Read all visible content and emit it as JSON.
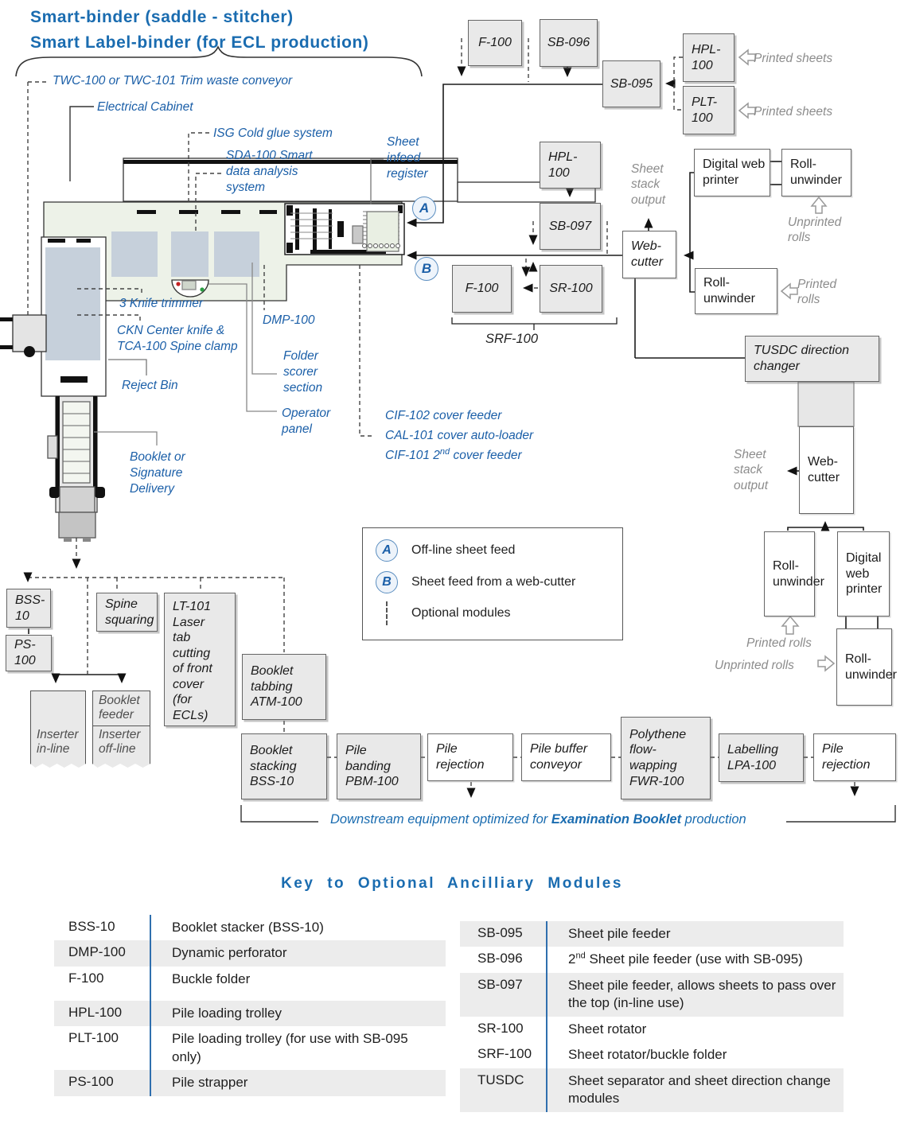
{
  "title": {
    "line1": "Smart-binder  (saddle - stitcher)",
    "line2": "Smart Label-binder (for ECL production)"
  },
  "callouts": {
    "twc": "TWC-100 or TWC-101 Trim waste conveyor",
    "electrical": "Electrical Cabinet",
    "isg": "ISG Cold glue system",
    "sda": "SDA-100 Smart\ndata analysis\nsystem",
    "sheet_infeed": "Sheet\ninfeed\nregister",
    "knife": "3 Knife trimmer",
    "ckn": "CKN Center knife &\nTCA-100 Spine clamp",
    "reject": "Reject Bin",
    "dmp": "DMP-100",
    "folder": "Folder\nscorer\nsection",
    "operator": "Operator\npanel",
    "cif102": "CIF-102 cover feeder",
    "cal101": "CAL-101 cover auto-loader",
    "cif101_pre": "CIF-101 2",
    "cif101_sup": "nd",
    "cif101_post": " cover feeder",
    "delivery": "Booklet or\nSignature\nDelivery"
  },
  "boxes": {
    "f100a": "F-100",
    "sb096": "SB-096",
    "sb095": "SB-095",
    "hpl100a": "HPL-\n100",
    "plt100": "PLT-\n100",
    "hpl100b": "HPL-\n100",
    "sb097": "SB-097",
    "f100b": "F-100",
    "sr100": "SR-100",
    "web_cutter": "Web-\ncutter",
    "digital_web_printer": "Digital web\nprinter",
    "digital_web_printer_v": "Digital\nweb\nprinter",
    "roll_unwinder": "Roll-\nunwinder",
    "tusdc": "TUSDC direction\nchanger",
    "bss10": "BSS-\n10",
    "ps100": "PS-\n100",
    "spine": "Spine\nsquaring",
    "lt101": "LT-101\nLaser\ntab\ncutting\nof front\ncover\n(for\nECLs)",
    "atm100": "Booklet\ntabbing\nATM-100",
    "booklet_stacking": "Booklet\nstacking\nBSS-10",
    "pile_banding": "Pile\nbanding\nPBM-100",
    "pile_rejection": "Pile\nrejection",
    "pile_buffer": "Pile buffer\nconveyor",
    "polythene": "Polythene\nflow-\nwapping\nFWR-100",
    "labelling": "Labelling\nLPA-100",
    "inserter_inline": "Inserter\nin-line",
    "booklet_feeder": "Booklet\nfeeder",
    "inserter_offline": "Inserter\noff-line"
  },
  "annotations": {
    "printed_sheets": "Printed sheets",
    "printed_rolls": "Printed rolls",
    "unprinted_rolls": "Unprinted rolls",
    "sheet_stack_output": "Sheet stack output",
    "srf100": "SRF-100"
  },
  "legend": {
    "a_letter": "A",
    "a_text": "Off-line sheet feed",
    "b_letter": "B",
    "b_text": "Sheet feed from a web-cutter",
    "dash_text": "Optional modules"
  },
  "caption": {
    "pre": "Downstream equipment optimized for ",
    "bold": "Examination Booklet",
    "post": " production"
  },
  "key": {
    "heading": "Key to Optional Ancilliary Modules",
    "left": [
      {
        "code": "BSS-10",
        "desc": "Booklet stacker (BSS-10)"
      },
      {
        "code": "DMP-100",
        "desc": "Dynamic perforator"
      },
      {
        "code": "F-100",
        "desc": "Buckle folder"
      },
      {
        "code": "HPL-100",
        "desc": "Pile loading trolley"
      },
      {
        "code": "PLT-100",
        "desc": "Pile loading trolley (for use with SB-095 only)"
      },
      {
        "code": "PS-100",
        "desc": "Pile strapper"
      }
    ],
    "right": [
      {
        "code": "SB-095",
        "desc": "Sheet pile feeder"
      },
      {
        "code": "SB-096",
        "pre": "2",
        "sup": "nd",
        "post": " Sheet pile feeder (use with SB-095)"
      },
      {
        "code": "SB-097",
        "desc": "Sheet pile feeder, allows sheets to pass over the top (in-line use)"
      },
      {
        "code": "SR-100",
        "desc": "Sheet rotator"
      },
      {
        "code": "SRF-100",
        "desc": "Sheet rotator/buckle folder"
      },
      {
        "code": "TUSDC",
        "desc": "Sheet separator and sheet direction change modules"
      }
    ]
  }
}
